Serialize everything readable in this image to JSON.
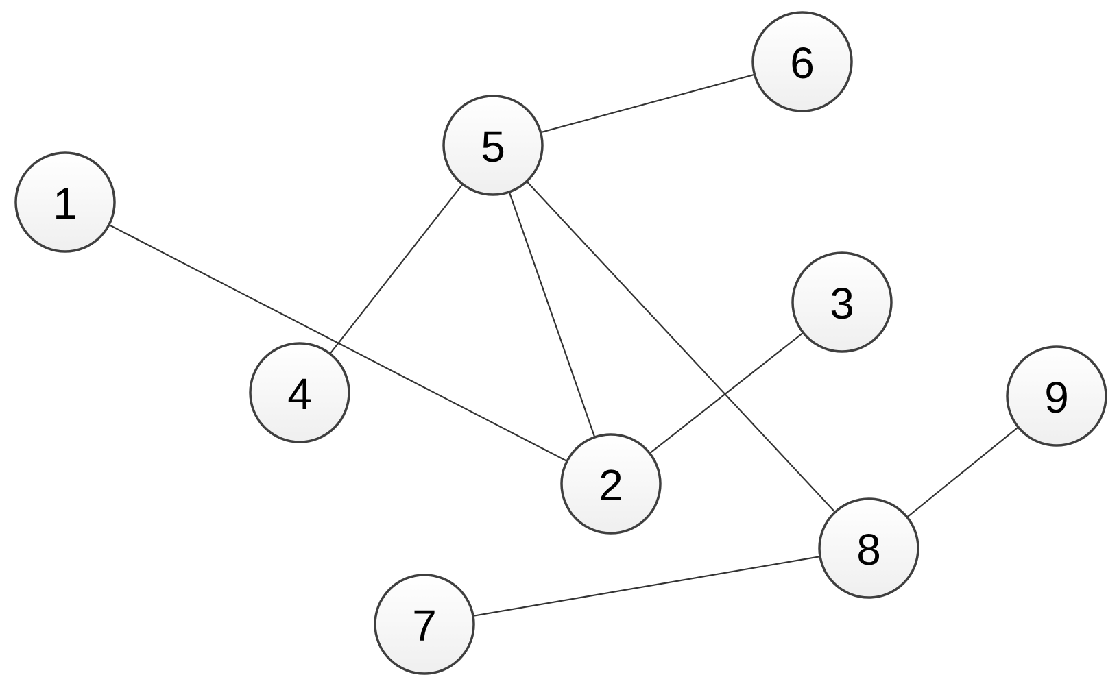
{
  "graph": {
    "nodes": [
      {
        "id": "1",
        "label": "1"
      },
      {
        "id": "2",
        "label": "2"
      },
      {
        "id": "3",
        "label": "3"
      },
      {
        "id": "4",
        "label": "4"
      },
      {
        "id": "5",
        "label": "5"
      },
      {
        "id": "6",
        "label": "6"
      },
      {
        "id": "7",
        "label": "7"
      },
      {
        "id": "8",
        "label": "8"
      },
      {
        "id": "9",
        "label": "9"
      }
    ],
    "edges": [
      {
        "from": "5",
        "to": "6"
      },
      {
        "from": "5",
        "to": "4"
      },
      {
        "from": "5",
        "to": "2"
      },
      {
        "from": "5",
        "to": "8"
      },
      {
        "from": "1",
        "to": "2"
      },
      {
        "from": "3",
        "to": "2"
      },
      {
        "from": "9",
        "to": "8"
      },
      {
        "from": "7",
        "to": "8"
      }
    ],
    "colors": {
      "node_fill_top": "#ffffff",
      "node_fill_bottom": "#efefef",
      "node_stroke": "#3f3f3f",
      "edge_stroke": "#333333",
      "label": "#000000"
    }
  }
}
